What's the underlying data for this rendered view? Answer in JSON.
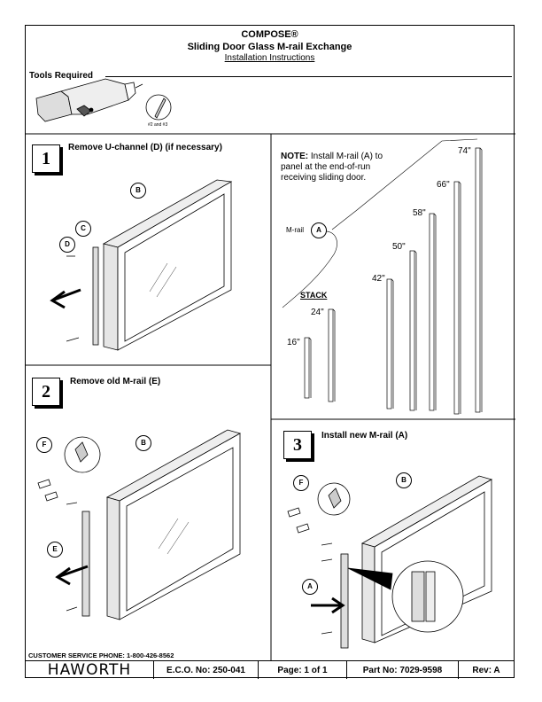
{
  "header": {
    "brand": "COMPOSE®",
    "title": "Sliding Door Glass M-rail Exchange",
    "subtitle": "Installation Instructions"
  },
  "tools": {
    "heading": "Tools Required",
    "bit_label": "#2 and #3"
  },
  "steps": [
    {
      "number": "1",
      "title": "Remove U-channel (D) (if necessary)"
    },
    {
      "number": "2",
      "title": "Remove old M-rail (E)"
    },
    {
      "number": "3",
      "title": "Install new M-rail (A)"
    }
  ],
  "note": {
    "bold": "NOTE:",
    "line1": " Install M-rail (A) to",
    "line2": "panel at the end-of-run",
    "line3": "receiving sliding door."
  },
  "mrail_label": "M-rail",
  "stack_label": "STACK",
  "sizes": [
    "16\"",
    "24\"",
    "42\"",
    "50\"",
    "58\"",
    "66\"",
    "74\""
  ],
  "callouts": {
    "A": "A",
    "B": "B",
    "C": "C",
    "D": "D",
    "E": "E",
    "F": "F"
  },
  "footer": {
    "phone": "CUSTOMER SERVICE PHONE: 1-800-426-8562",
    "logo": "HAWORTH",
    "eco": "E.C.O. No: 250-041",
    "page": "Page: 1 of 1",
    "part": "Part No: 7029-9598",
    "rev": "Rev: A"
  }
}
